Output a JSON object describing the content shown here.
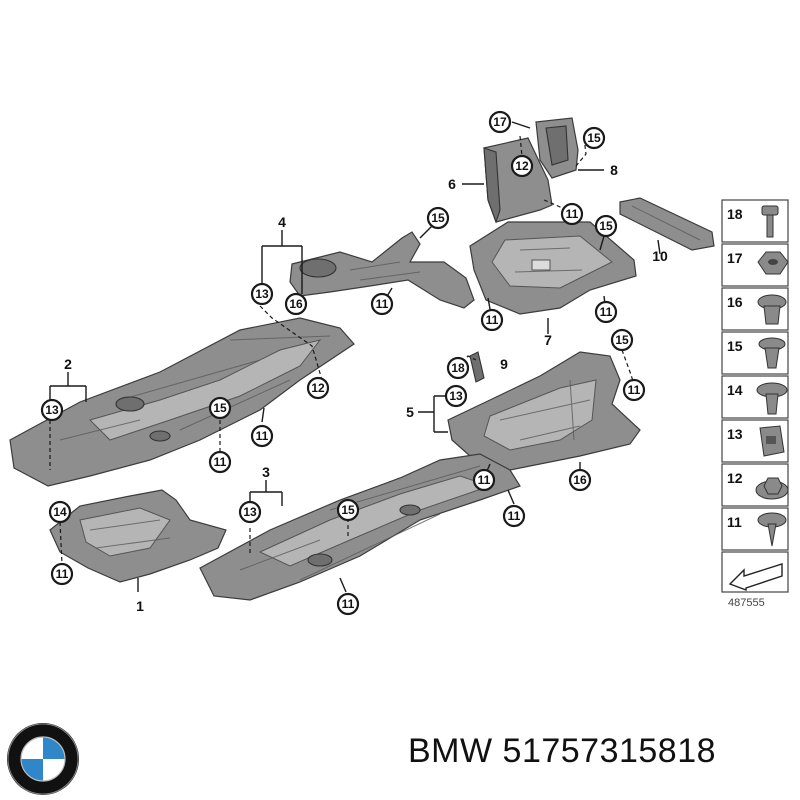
{
  "callouts": {
    "c17": "17",
    "c12a": "12",
    "c15a": "15",
    "c11a": "11",
    "c15b": "15",
    "c11b": "11",
    "c11c": "11",
    "c15c": "15",
    "c11d": "11",
    "c13a": "13",
    "c16a": "16",
    "c12b": "12",
    "c13b": "13",
    "c15d": "15",
    "c11e": "11",
    "c11f": "11",
    "c18": "18",
    "c13c": "13",
    "c15e": "15",
    "c11g": "11",
    "c11h": "11",
    "c16b": "16",
    "c11i": "11",
    "c13d": "13",
    "c15f": "15",
    "c11j": "11",
    "c14": "14",
    "c11k": "11"
  },
  "part_labels": {
    "p1": "1",
    "p2": "2",
    "p3": "3",
    "p4": "4",
    "p5": "5",
    "p6": "6",
    "p7": "7",
    "p8": "8",
    "p9": "9",
    "p10": "10"
  },
  "legend": [
    {
      "num": "18",
      "icon": "bolt-icon"
    },
    {
      "num": "17",
      "icon": "hex-nut-icon"
    },
    {
      "num": "16",
      "icon": "expanding-rivet-icon"
    },
    {
      "num": "15",
      "icon": "push-rivet-icon"
    },
    {
      "num": "14",
      "icon": "clip-rivet-icon"
    },
    {
      "num": "13",
      "icon": "clip-nut-icon"
    },
    {
      "num": "12",
      "icon": "flange-nut-icon"
    },
    {
      "num": "11",
      "icon": "screw-icon"
    }
  ],
  "drawing_number": "487555",
  "footer": {
    "brand": "BMW",
    "part_number": "51757315818",
    "text": "BMW 51757315818"
  }
}
